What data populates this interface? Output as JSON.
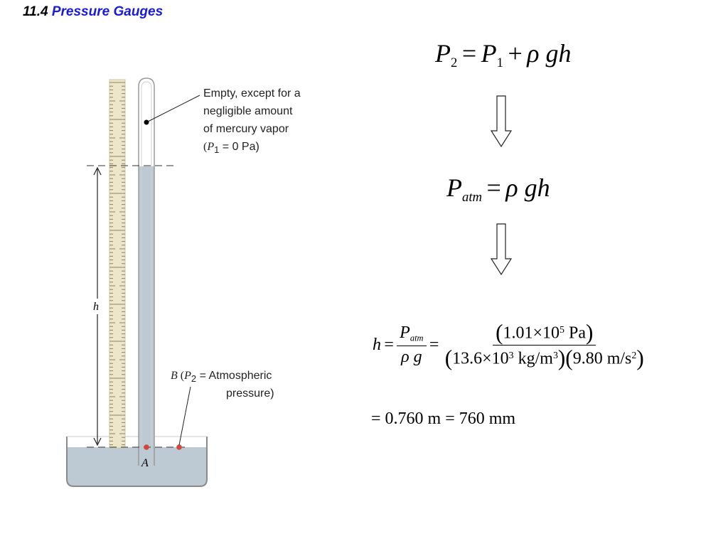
{
  "title": {
    "number": "11.4",
    "text": "Pressure Gauges"
  },
  "diagram": {
    "callout_top": {
      "line1": "Empty, except for a",
      "line2": "negligible amount",
      "line3": "of mercury vapor",
      "line4_prefix": "(",
      "line4_symbol": "P",
      "line4_subscript": "1",
      "line4_rest": " = 0 Pa)"
    },
    "callout_bottom": {
      "point_label": "B",
      "prefix": " (",
      "symbol": "P",
      "subscript": "2",
      "rest": " = Atmospheric",
      "line2": "pressure)"
    },
    "height_label": "h",
    "point_a_label": "A",
    "colors": {
      "mercury": "#bdcad3",
      "ruler": "#ede6c8",
      "point": "#d4463a",
      "glass_edge": "#8a8a8a"
    }
  },
  "equations": {
    "eq1": {
      "P": "P",
      "sub2": "2",
      "eq": "=",
      "P1": "P",
      "sub1": "1",
      "plus": "+",
      "rho": "ρ",
      "gh": "gh"
    },
    "eq2": {
      "P": "P",
      "sub_atm": "atm",
      "eq": "=",
      "rho": "ρ",
      "gh": "gh"
    },
    "eq3": {
      "h": "h",
      "eq": "=",
      "frac_num_P": "P",
      "frac_num_sub": "atm",
      "frac_den_rho": "ρ",
      "frac_den_g": "g",
      "eq2": "=",
      "num_open": "(",
      "num_value": "1.01×10",
      "num_exp": "5",
      "num_unit": " Pa",
      "num_close": ")",
      "den1_open": "(",
      "den1_value": "13.6×10",
      "den1_exp": "3",
      "den1_unit": " kg/m",
      "den1_unit_exp": "3",
      "den1_close": ")",
      "den2_open": "(",
      "den2_value": "9.80 m/s",
      "den2_exp": "2",
      "den2_close": ")"
    },
    "eq4": {
      "text": "= 0.760 m = 760 mm"
    }
  }
}
